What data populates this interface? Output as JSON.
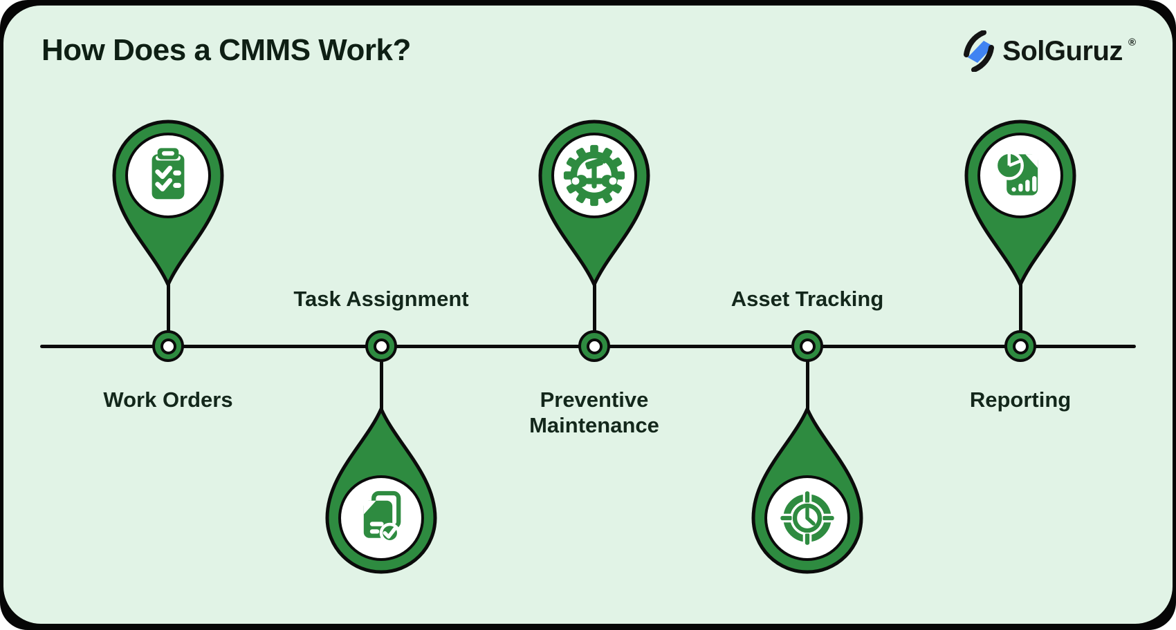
{
  "header": {
    "title": "How Does a CMMS Work?",
    "logo": {
      "text": "SolGuruz",
      "registered": "®"
    }
  },
  "canvas": {
    "outer_background": "#060606",
    "card_background": "#E1F3E6"
  },
  "palette": {
    "pin_green": "#2E8B40",
    "outline_black": "#0B0B0B",
    "pin_face_white": "#FFFFFF",
    "label_text": "#13271B",
    "logo_blue": "#4083F2",
    "logo_black": "#141414"
  },
  "timeline": {
    "orientation": "horizontal",
    "steps": [
      {
        "label": "Work Orders",
        "icon": "clipboard-checklist-icon",
        "pin_position": "above-line",
        "label_position": "below-line"
      },
      {
        "label": "Task Assignment",
        "icon": "documents-check-icon",
        "pin_position": "below-line",
        "label_position": "above-line"
      },
      {
        "label": "Preventive Maintenance",
        "icon": "gear-tools-icon",
        "pin_position": "above-line",
        "label_position": "below-line"
      },
      {
        "label": "Asset Tracking",
        "icon": "clock-target-icon",
        "pin_position": "below-line",
        "label_position": "above-line"
      },
      {
        "label": "Reporting",
        "icon": "report-document-chart-icon",
        "pin_position": "above-line",
        "label_position": "below-line"
      }
    ]
  }
}
